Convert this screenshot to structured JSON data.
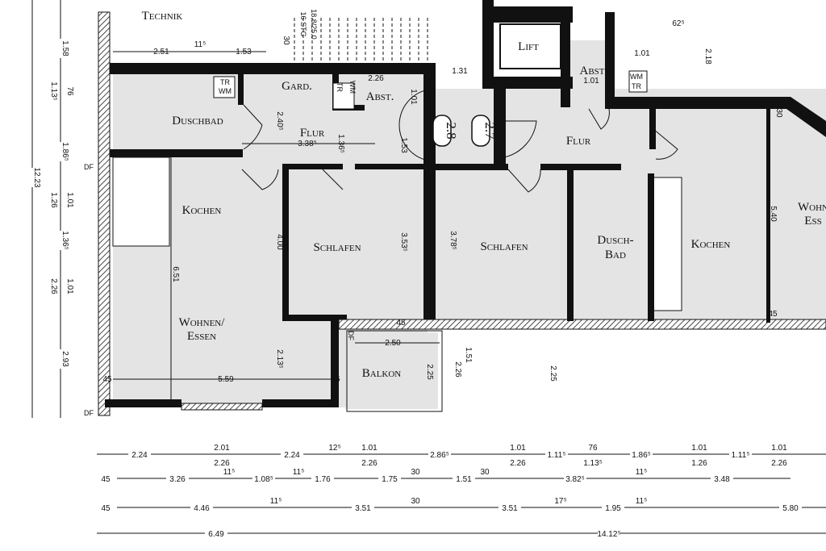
{
  "rooms": [
    "Technik",
    "Duschbad",
    "Gard.",
    "Flur",
    "Abst.",
    "Kochen",
    "Schlafen",
    "Wohnen/",
    "Essen",
    "Balkon",
    "Lift",
    "Abst",
    "Flur",
    "Schlafen",
    "Dusch-",
    "Bad",
    "Kochen",
    "Wohn",
    "Ess"
  ],
  "room_codes": [
    "2.8",
    "2.7"
  ],
  "fixtures": [
    "TR",
    "WM",
    "WM",
    "TR",
    "WM",
    "TR",
    "DF",
    "DF",
    "DF",
    "16 STG",
    "18.8/25.0"
  ],
  "dims_bottom": {
    "row1": [
      "2.24",
      "2.01",
      "2.26",
      "2.24",
      "12⁵",
      "1.01",
      "2.26",
      "2.86⁵",
      "1.01",
      "2.26",
      "1.11⁵",
      "76",
      "1.13⁵",
      "1.86⁵",
      "1.01",
      "1.26",
      "1.11⁵",
      "1.01",
      "2.26"
    ],
    "row2": [
      "45",
      "3.26",
      "11⁵",
      "1.08⁵",
      "11⁵",
      "1.76",
      "1.75",
      "30",
      "1.51",
      "30",
      "3.82⁵",
      "11⁵",
      "3.48"
    ],
    "row3": [
      "45",
      "4.46",
      "11⁵",
      "3.51",
      "30",
      "3.51",
      "17⁵",
      "1.95",
      "11⁵",
      "5.80"
    ],
    "row4": [
      "6.49",
      "14.12⁵"
    ]
  },
  "dims_left": [
    "1.58",
    "76",
    "1.13⁵",
    "1.86⁵",
    "1.01",
    "1.26",
    "1.36⁵",
    "1.01",
    "2.26",
    "2.93",
    "12.23"
  ],
  "dims_inner": [
    "2.51",
    "11⁵",
    "1.53",
    "5.59",
    "45",
    "45",
    "6.51",
    "4.00",
    "2.13⁵",
    "3.53⁵",
    "3.78⁵",
    "5.40",
    "2.50",
    "2.25",
    "2.25",
    "2.26",
    "1.51",
    "2.40⁵",
    "3.38⁵",
    "1.31",
    "2.26",
    "1.01",
    "1.01",
    "1.01",
    "62⁵",
    "2.18",
    "1.53",
    "1.36⁵",
    "30",
    "30",
    "45",
    "45"
  ]
}
